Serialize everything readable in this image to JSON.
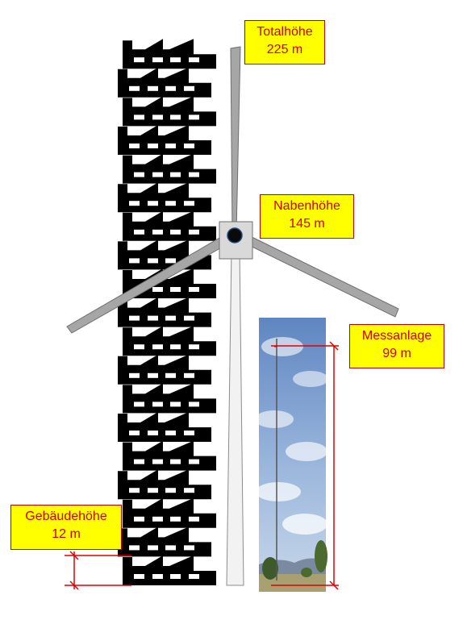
{
  "labels": {
    "total_height": {
      "name": "Totalhöhe",
      "value": "225 m"
    },
    "hub_height": {
      "name": "Nabenhöhe",
      "value": "145 m"
    },
    "mast_height": {
      "name": "Messanlage",
      "value": "99 m"
    },
    "building_height": {
      "name": "Gebäudehöhe",
      "value": "12 m"
    }
  },
  "building_stack_count": 19,
  "colors": {
    "label_fill": "#ffff00",
    "label_text": "#d00000",
    "dimension_line": "#e00000",
    "building": "#000000",
    "turbine": "#a6a6a6"
  }
}
